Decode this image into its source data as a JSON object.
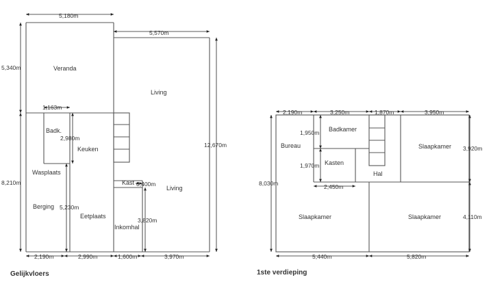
{
  "captions": {
    "ground": "Gelijkvloers",
    "upper": "1ste verdieping"
  },
  "ground_floor": {
    "rooms": {
      "veranda": "Veranda",
      "living_top": "Living",
      "badk": "Badk.",
      "keuken": "Keuken",
      "wasplaats": "Wasplaats",
      "kast": "Kast",
      "living_bottom": "Living",
      "berging": "Berging",
      "eetplaats": "Eetplaats",
      "inkomhal": "Inkomhal"
    },
    "dimensions": {
      "top_width": "5,180m",
      "living_width": "5,570m",
      "veranda_height": "5,340m",
      "total_right_height": "12,670m",
      "left_lower_height": "8,210m",
      "badk_width": "1,163m",
      "keuken_height": "2,980m",
      "eetplaats_height": "5,230m",
      "kast_width": "0,400m",
      "inkomhal_height": "3,820m",
      "bottom_1": "2,190m",
      "bottom_2": "2,990m",
      "bottom_3": "1,600m",
      "bottom_4": "3,970m"
    }
  },
  "upper_floor": {
    "rooms": {
      "bureau": "Bureau",
      "badkamer": "Badkamer",
      "slaapkamer_top": "Slaapkamer",
      "kasten": "Kasten",
      "hal": "Hal",
      "slaapkamer_bl": "Slaapkamer",
      "slaapkamer_br": "Slaapkamer"
    },
    "dimensions": {
      "top_1": "2,190m",
      "top_2": "3,250m",
      "top_3": "1,870m",
      "top_4": "3,950m",
      "total_left_height": "8,030m",
      "badkamer_height": "1,950m",
      "kasten_height": "1,970m",
      "slaapkamer_top_height": "3,920m",
      "kasten_width": "2,450m",
      "slaapkamer_bottom_height": "4,110m",
      "bottom_1": "5,440m",
      "bottom_2": "5,820m"
    }
  }
}
